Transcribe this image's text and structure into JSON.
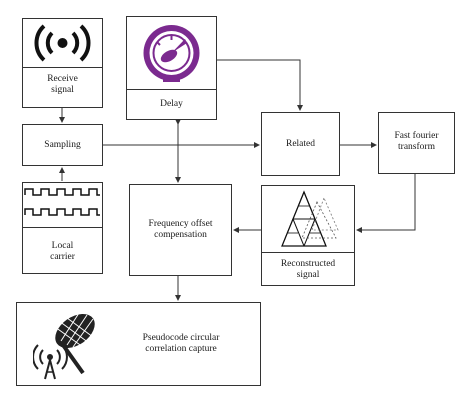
{
  "nodes": {
    "receive_signal": {
      "label_line1": "Receive",
      "label_line2": "signal",
      "icon": "broadcast-icon"
    },
    "sampling": {
      "label": "Sampling"
    },
    "local_carrier": {
      "label_line1": "Local",
      "label_line2": "carrier",
      "icon": "square-wave-icon"
    },
    "delay": {
      "label": "Delay",
      "icon": "speedometer-icon"
    },
    "related": {
      "label": "Related"
    },
    "fft": {
      "label_line1": "Fast fourier",
      "label_line2": "transform"
    },
    "freq_offset": {
      "label_line1": "Frequency offset",
      "label_line2": "compensation"
    },
    "reconstructed": {
      "label_line1": "Reconstructed",
      "label_line2": "signal",
      "icon": "triangle-fractal-icon"
    },
    "capture": {
      "label_line1": "Pseudocode circular",
      "label_line2": "correlation capture",
      "icon": "satellite-net-icon"
    }
  },
  "colors": {
    "accent": "#7b2a8f",
    "line": "#333333"
  }
}
